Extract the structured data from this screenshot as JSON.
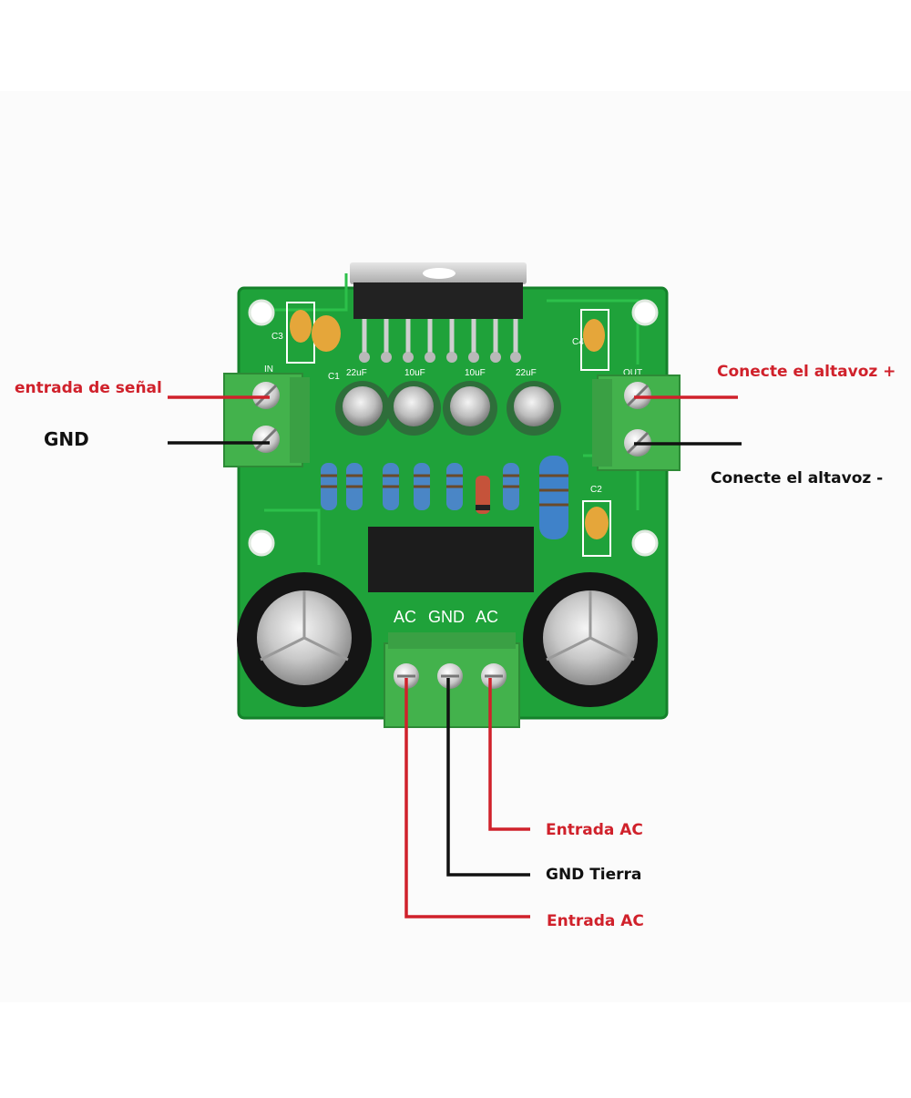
{
  "colors": {
    "background": "#ffffff",
    "pcb": "#1fa23a",
    "pcb_dark": "#15822b",
    "terminal": "#43b24c",
    "callout_red": "#d0212b",
    "callout_black": "#111111"
  },
  "board": {
    "header_labels": [
      "AC",
      "GND",
      "AC"
    ],
    "silkscreen": {
      "in": "IN",
      "out": "OUT",
      "c1": "C1",
      "c2": "C2",
      "c3": "C3",
      "c4": "C4",
      "cap_values": [
        "22uF",
        "10uF",
        "10uF",
        "22uF"
      ]
    }
  },
  "callouts": {
    "signal_input": "entrada de señal",
    "gnd": "GND",
    "speaker_plus": "Conecte el altavoz +",
    "speaker_minus": "Conecte el altavoz -",
    "ac_input_1": "Entrada AC",
    "gnd_earth": "GND Tierra",
    "ac_input_2": "Entrada AC"
  },
  "icons": {
    "ic_chip": "ic-chip-icon",
    "heatsink": "heatsink-icon",
    "screw": "screw-terminal-icon",
    "capacitor": "capacitor-icon",
    "resistor": "resistor-icon"
  }
}
